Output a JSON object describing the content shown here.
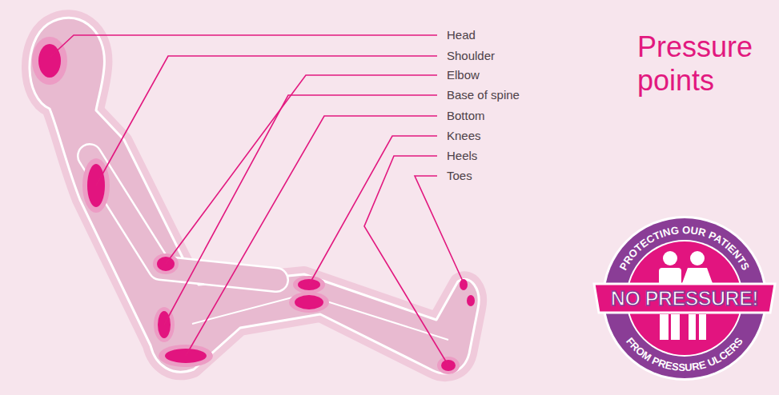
{
  "diagram": {
    "title": "Pressure points",
    "nodes": [
      {
        "text": [
          "PROTECTING OUR PATIENTS",
          "NO PRESSURE!",
          "FROM PRESSURE ULCERS"
        ]
      }
    ],
    "labels": [
      "Head",
      "Shoulder",
      "Elbow",
      "Base of spine",
      "Bottom",
      "Knees",
      "Heels",
      "Toes"
    ]
  }
}
